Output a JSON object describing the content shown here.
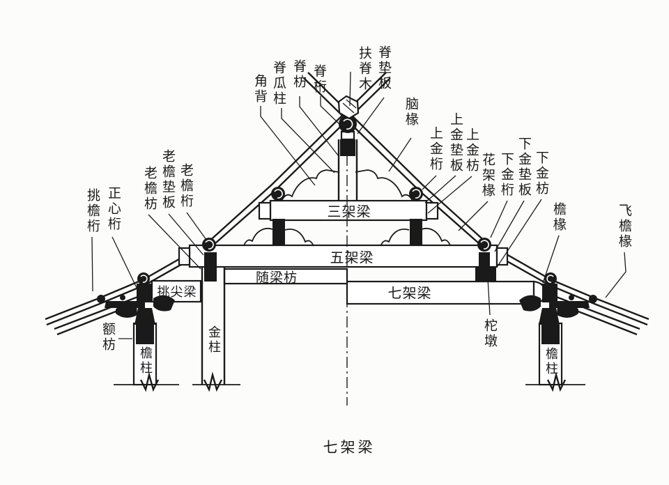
{
  "figure": {
    "caption": "七架梁"
  },
  "colors": {
    "ink": "#1a1a1a",
    "paper": "#fcfcfb"
  },
  "labels": {
    "ridge": {
      "jiaobei": "角背",
      "jiguazhu": "脊瓜柱",
      "jifang": "脊枋",
      "jiheng": "脊桁",
      "fujimu": "扶脊木",
      "jidianban": "脊垫板"
    },
    "right_slope": {
      "naochuan": "脑椽",
      "shangjinheng": "上金桁",
      "shangjindianban": "上金垫板",
      "shangjinfang": "上金枋",
      "huajiachuan": "花架椽",
      "xiajinheng": "下金桁",
      "xiajindianban": "下金垫板",
      "xiajinfang": "下金枋",
      "yanchuan": "檐椽",
      "feiyanchuan": "飞檐椽"
    },
    "left_slope": {
      "tiaoyanheng": "挑檐桁",
      "zhengxinheng": "正心桁",
      "laoyanfang": "老檐枋",
      "laoyandianban": "老檐垫板",
      "laoyanheng": "老檐桁"
    },
    "beams": {
      "sanjialiang": "三架梁",
      "wujialiang": "五架梁",
      "suiliangfang": "随梁枋",
      "qijialiang": "七架梁",
      "tiaojianliang": "挑尖梁"
    },
    "supports": {
      "efang": "额枋",
      "yanzhu_left": "檐柱",
      "jinzhu": "金柱",
      "tuodun": "柁墩",
      "yanzhu_right": "檐柱"
    }
  }
}
